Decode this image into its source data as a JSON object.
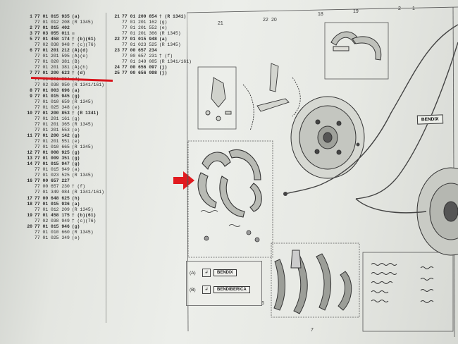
{
  "parts_list": {
    "column1": [
      {
        "num": "1",
        "ref": "77 01 015 935",
        "note": "(a)"
      },
      {
        "num": "",
        "ref": "77 01 012 208",
        "note": "(R 1345)"
      },
      {
        "num": "2",
        "ref": "77 01 015 402",
        "note": ""
      },
      {
        "num": "3",
        "ref": "77 03 055 011",
        "note": "☒"
      },
      {
        "num": "5",
        "ref": "77 01 458 174",
        "note": "† (b)(61)"
      },
      {
        "num": "",
        "ref": "77 02 038 948",
        "note": "† (c)(76)"
      },
      {
        "num": "6",
        "ref": "77 01 201 212",
        "note": "(A)(d)"
      },
      {
        "num": "",
        "ref": "77 01 201 595",
        "note": "(A)(e)"
      },
      {
        "num": "",
        "ref": "77 01 020 381",
        "note": "(B)"
      },
      {
        "num": "",
        "ref": "77 01 201 381",
        "note": "(A)(h)"
      },
      {
        "num": "7",
        "ref": "77 01 200 623",
        "note": "† (d)"
      },
      {
        "num": "",
        "ref": "77 01 201 394",
        "note": "(d)"
      },
      {
        "num": "",
        "ref": "77 02 038 950",
        "note": "(R 1341/161)"
      },
      {
        "num": "8",
        "ref": "77 01 003 696",
        "note": "(a)"
      },
      {
        "num": "9",
        "ref": "77 01 015 945",
        "note": "(g)"
      },
      {
        "num": "",
        "ref": "77 01 010 659",
        "note": "(R 1345)"
      },
      {
        "num": "",
        "ref": "77 01 025 348",
        "note": "(e)"
      },
      {
        "num": "10",
        "ref": "77 01 200 853",
        "note": "† (R 1341)"
      },
      {
        "num": "",
        "ref": "77 01 201 161",
        "note": "(g)"
      },
      {
        "num": "",
        "ref": "77 01 201 365",
        "note": "(R 1345)"
      },
      {
        "num": "",
        "ref": "77 01 201 553",
        "note": "(e)"
      },
      {
        "num": "11",
        "ref": "77 01 200 142",
        "note": "(g)"
      },
      {
        "num": "",
        "ref": "77 01 201 551",
        "note": "(e)"
      },
      {
        "num": "",
        "ref": "77 01 010 665",
        "note": "(R 1345)"
      },
      {
        "num": "12",
        "ref": "77 01 008 925",
        "note": "(g)"
      },
      {
        "num": "13",
        "ref": "77 01 009 351",
        "note": "(g)"
      },
      {
        "num": "14",
        "ref": "77 01 015 947",
        "note": "(g)"
      },
      {
        "num": "",
        "ref": "77 01 015 949",
        "note": "(a)"
      },
      {
        "num": "",
        "ref": "77 01 023 525",
        "note": "(R 1345)"
      },
      {
        "num": "16",
        "ref": "77 00 657 227",
        "note": ""
      },
      {
        "num": "",
        "ref": "77 00 657 230",
        "note": "† (f)"
      },
      {
        "num": "",
        "ref": "77 01 349 084",
        "note": "(R 1341/161)"
      },
      {
        "num": "17",
        "ref": "77 00 648 625",
        "note": "(h)"
      },
      {
        "num": "18",
        "ref": "77 01 015 936",
        "note": "(a)"
      },
      {
        "num": "",
        "ref": "77 01 012 209",
        "note": "(R 1345)"
      },
      {
        "num": "19",
        "ref": "77 01 458 175",
        "note": "† (b)(61)"
      },
      {
        "num": "",
        "ref": "77 02 038 949",
        "note": "† (c)(76)"
      },
      {
        "num": "20",
        "ref": "77 01 015 946",
        "note": "(g)"
      },
      {
        "num": "",
        "ref": "77 01 010 660",
        "note": "(R 1345)"
      },
      {
        "num": "",
        "ref": "77 01 025 349",
        "note": "(e)"
      }
    ],
    "column2": [
      {
        "num": "21",
        "ref": "77 01 200 854",
        "note": "† (R 1341)"
      },
      {
        "num": "",
        "ref": "77 01 201 162",
        "note": "(g)"
      },
      {
        "num": "",
        "ref": "77 01 201 552",
        "note": "(e)"
      },
      {
        "num": "",
        "ref": "77 01 201 366",
        "note": "(R 1345)"
      },
      {
        "num": "22",
        "ref": "77 01 015 948",
        "note": "(a)"
      },
      {
        "num": "",
        "ref": "77 01 023 525",
        "note": "(R 1345)"
      },
      {
        "num": "23",
        "ref": "77 00 657 234",
        "note": ""
      },
      {
        "num": "",
        "ref": "77 00 657 231",
        "note": "† (f)"
      },
      {
        "num": "",
        "ref": "77 01 349 085",
        "note": "(R 1341/161)"
      },
      {
        "num": "24",
        "ref": "77 00 656 097",
        "note": "(j)"
      },
      {
        "num": "25",
        "ref": "77 00 656 098",
        "note": "(j)"
      }
    ]
  },
  "diagram": {
    "callouts": [
      "21",
      "22",
      "20",
      "18",
      "19",
      "2",
      "1",
      "6",
      "7"
    ],
    "brand_tag": "BENDIX",
    "legend": [
      {
        "code": "(A)",
        "brand": "BENDIX"
      },
      {
        "code": "(B)",
        "brand": "BENDIBERICA"
      }
    ]
  },
  "colors": {
    "highlight": "#d8141c",
    "paper": "#e8eae5",
    "ink": "#2a2a2a"
  }
}
